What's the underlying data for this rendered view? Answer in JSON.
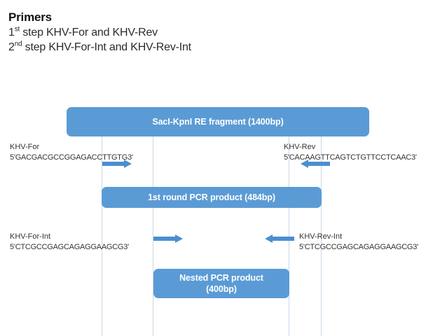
{
  "header": {
    "title": "Primers",
    "step1": {
      "ordinal_num": "1",
      "ordinal_suffix": "st",
      "text": " step KHV-For and KHV-Rev"
    },
    "step2": {
      "ordinal_num": "2",
      "ordinal_suffix": "nd",
      "text": " step KHV-For-Int and KHV-Rev-Int"
    }
  },
  "diagram": {
    "fragment_bar": "SacI-KpnI RE fragment (1400bp)",
    "first_round_bar": "1st round PCR product (484bp)",
    "nested_bar_line1": "Nested PCR product",
    "nested_bar_line2": "(400bp)",
    "primers": {
      "khv_for": {
        "name": "KHV-For",
        "sequence": "5'GACGACGCCGGAGACCTTGTG3'"
      },
      "khv_rev": {
        "name": "KHV-Rev",
        "sequence": "5'CACAAGTTCAGTCTGTTCCTCAAC3'"
      },
      "khv_for_int": {
        "name": "KHV-For-Int",
        "sequence": "5'CTCGCCGAGCAGAGGAAGCG3'"
      },
      "khv_rev_int": {
        "name": "KHV-Rev-Int",
        "sequence": "5'CTCGCCGAGCAGAGGAAGCG3'"
      }
    },
    "colors": {
      "bar_fill": "#5b9bd5",
      "arrow_fill": "#4a8fd0",
      "guide_line": "#c9d7e8",
      "bar_text": "#ffffff"
    }
  }
}
